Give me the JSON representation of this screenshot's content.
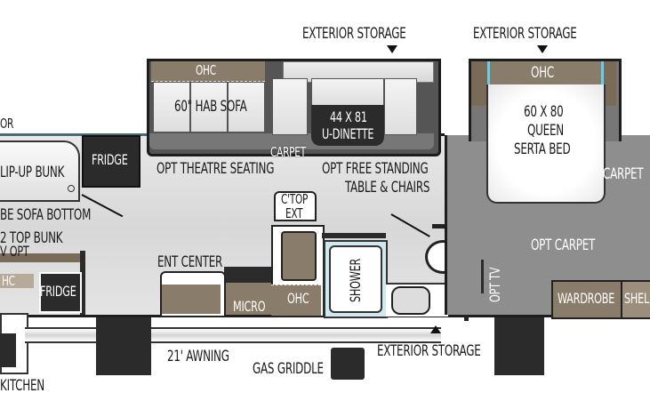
{
  "floorplan": {
    "labels": {
      "ext_storage_top_1": "EXTERIOR STORAGE",
      "ext_storage_top_2": "EXTERIOR STORAGE",
      "door_partial": "OR",
      "ohc_slide": "OHC",
      "hab_sofa": "60\" HAB SOFA",
      "dinette_size": "44 X 81",
      "dinette_name": "U-DINETTE",
      "carpet_slide": "CARPET",
      "opt_theatre": "OPT THEATRE SEATING",
      "opt_table_1": "OPT FREE STANDING",
      "opt_table_2": "TABLE & CHAIRS",
      "fridge_1": "FRIDGE",
      "flip_bunk": "LIP-UP BUNK",
      "sofa_bottom": "BE SOFA BOTTOM",
      "top_bunk": "2 TOP BUNK",
      "tv_opt": "V OPT",
      "ohc_bunk": "HC",
      "fridge_2": "FRIDGE",
      "kitchen": "KITCHEN",
      "ctop_1": "C'TOP",
      "ctop_2": "EXT",
      "ent_center": "ENT CENTER",
      "micro": "MICRO",
      "ohc_kitchen": "OHC",
      "shower": "SHOWER",
      "ohc_bed": "OHC",
      "bed_1": "60 X 80",
      "bed_2": "QUEEN",
      "bed_3": "SERTA BED",
      "carpet_bed": "CARPET",
      "opt_carpet": "OPT CARPET",
      "opt_tv": "OPT TV",
      "wardrobe": "WARDROBE",
      "shelf": "SHEL",
      "awning": "21' AWNING",
      "gas_griddle": "GAS GRIDDLE",
      "ext_storage_bottom": "EXTERIOR STORAGE"
    },
    "colors": {
      "wall": "#1d1d1d",
      "carpet": "#8e8e8e",
      "cabinet": "#8a7c6a",
      "floor": "#dcdcdc",
      "shower_water": "#cfe9ef"
    }
  }
}
